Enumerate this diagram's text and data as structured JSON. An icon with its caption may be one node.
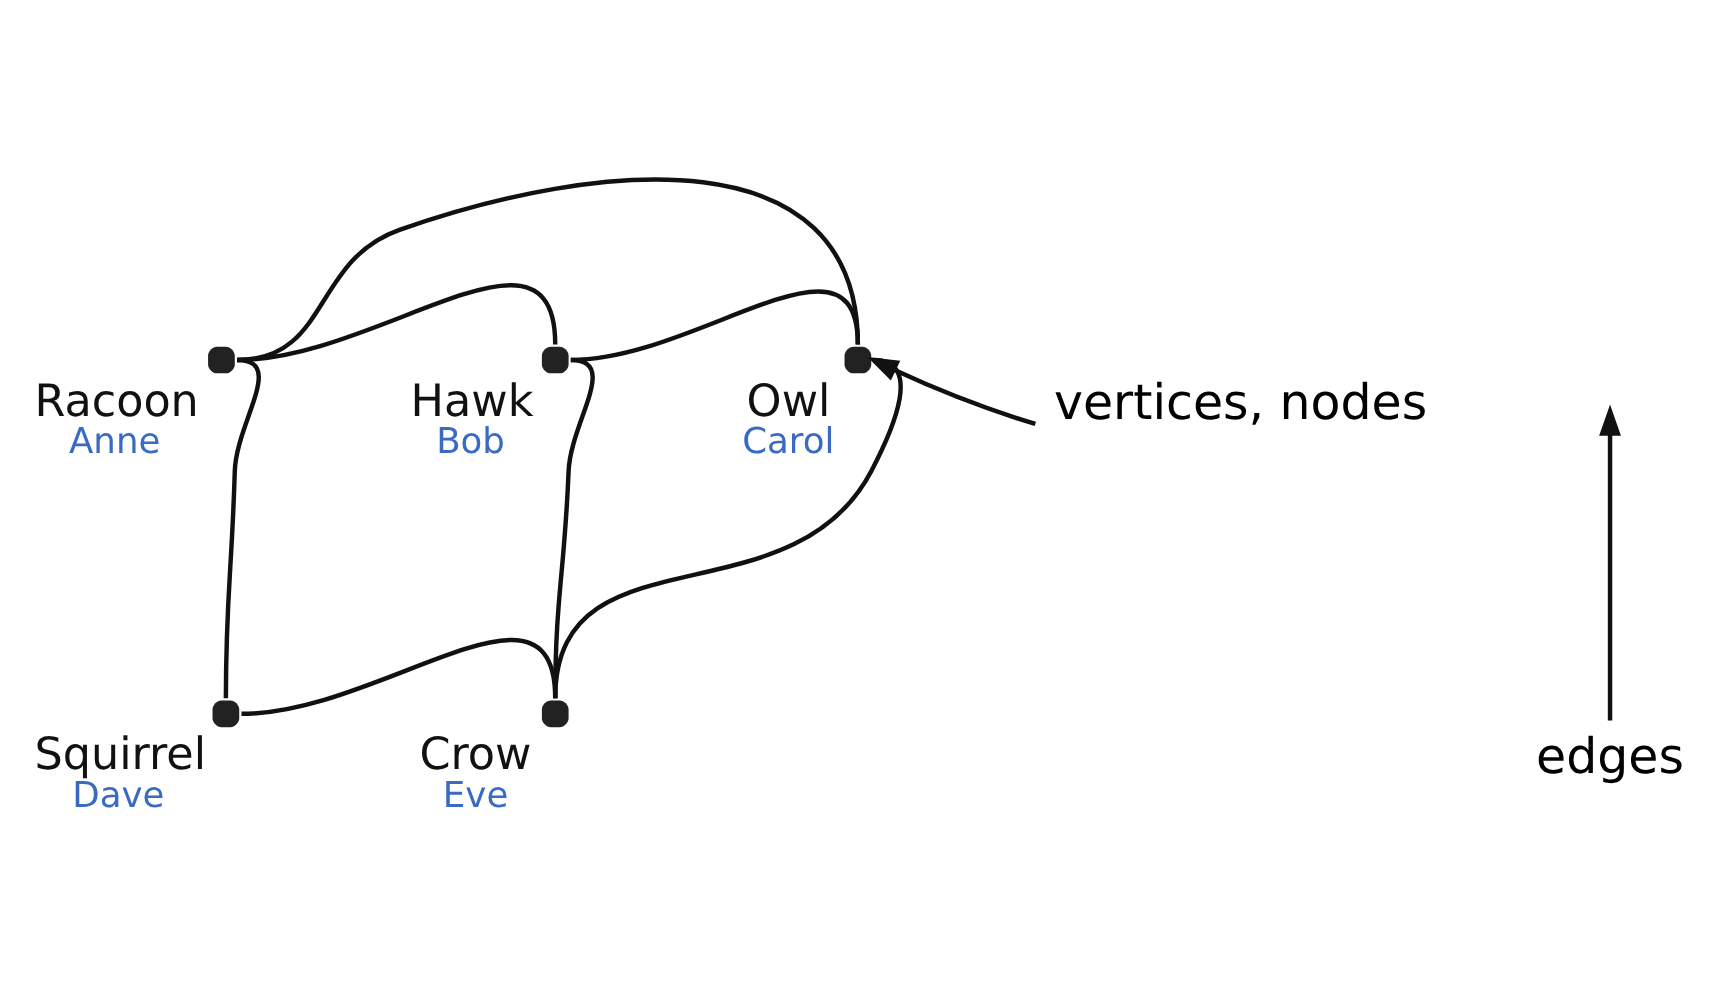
{
  "diagram": {
    "nodes": [
      {
        "text": [],
        "shape": "circle",
        "beside": [
          "Racoon",
          "Anne"
        ]
      },
      {
        "text": [],
        "shape": "circle",
        "beside": [
          "Hawk",
          "Bob"
        ]
      },
      {
        "text": [],
        "shape": "circle",
        "beside": [
          "Owl",
          "Carol"
        ]
      },
      {
        "text": [],
        "shape": "circle",
        "beside": [
          "Squirrel",
          "Dave"
        ]
      },
      {
        "text": [],
        "shape": "circle",
        "beside": [
          "Crow",
          "Eve"
        ]
      },
      {
        "text": [
          "vertices, nodes"
        ]
      },
      {
        "text": [
          "edges"
        ]
      }
    ],
    "edges": [
      {
        "from": 0,
        "to": 2,
        "arrow": "none"
      },
      {
        "from": 0,
        "to": 1,
        "arrow": "none"
      },
      {
        "from": 1,
        "to": 2,
        "arrow": "none"
      },
      {
        "from": 0,
        "to": 3,
        "arrow": "none"
      },
      {
        "from": 1,
        "to": 4,
        "arrow": "none"
      },
      {
        "from": 2,
        "to": 4,
        "arrow": "none"
      },
      {
        "from": 3,
        "to": 4,
        "arrow": "none"
      },
      {
        "from": 5,
        "to": 2,
        "arrow": "to"
      },
      {
        "from": 6,
        "to": null,
        "arrow": "to"
      }
    ]
  }
}
